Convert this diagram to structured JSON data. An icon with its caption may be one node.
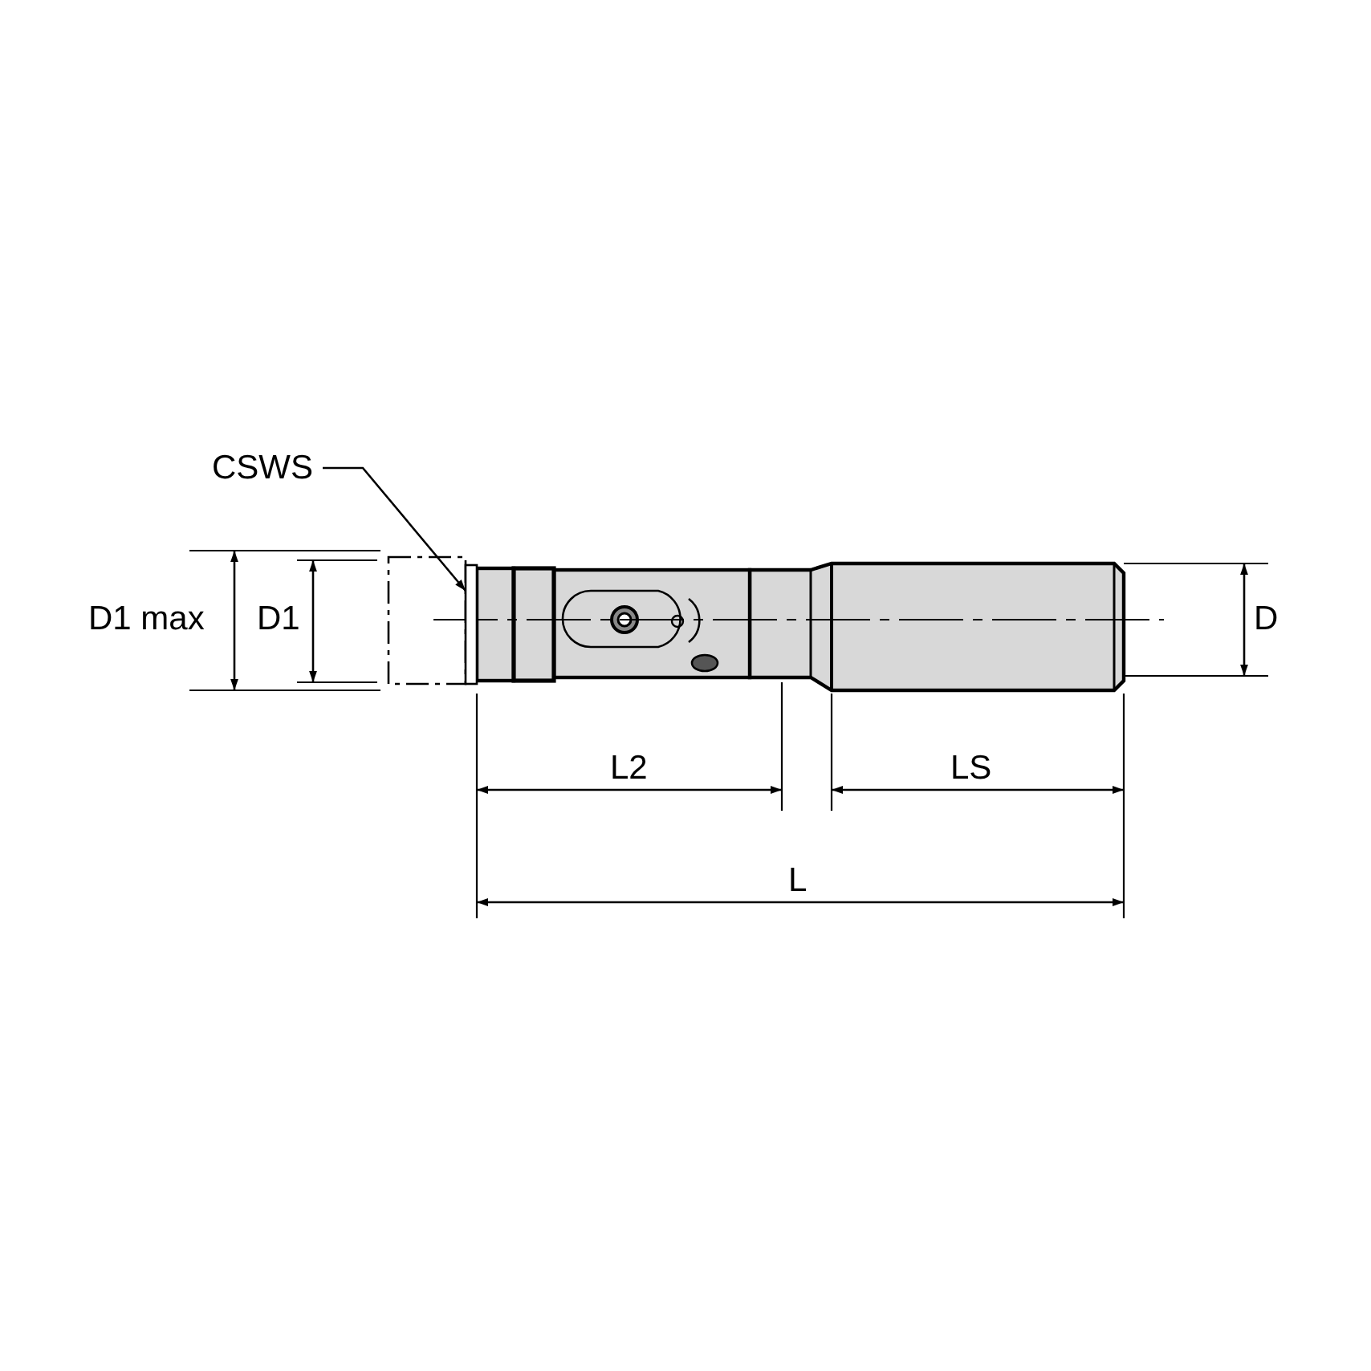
{
  "diagram": {
    "nodes": [
      {
        "text": [
          "CSWS"
        ]
      },
      {
        "text": [],
        "shape": "bar"
      }
    ],
    "edges": [
      {
        "from": 0,
        "to": 1,
        "arrow": "to"
      }
    ],
    "labels": [
      "D1 max",
      "D1",
      "D",
      "L2",
      "LS",
      "L"
    ]
  }
}
